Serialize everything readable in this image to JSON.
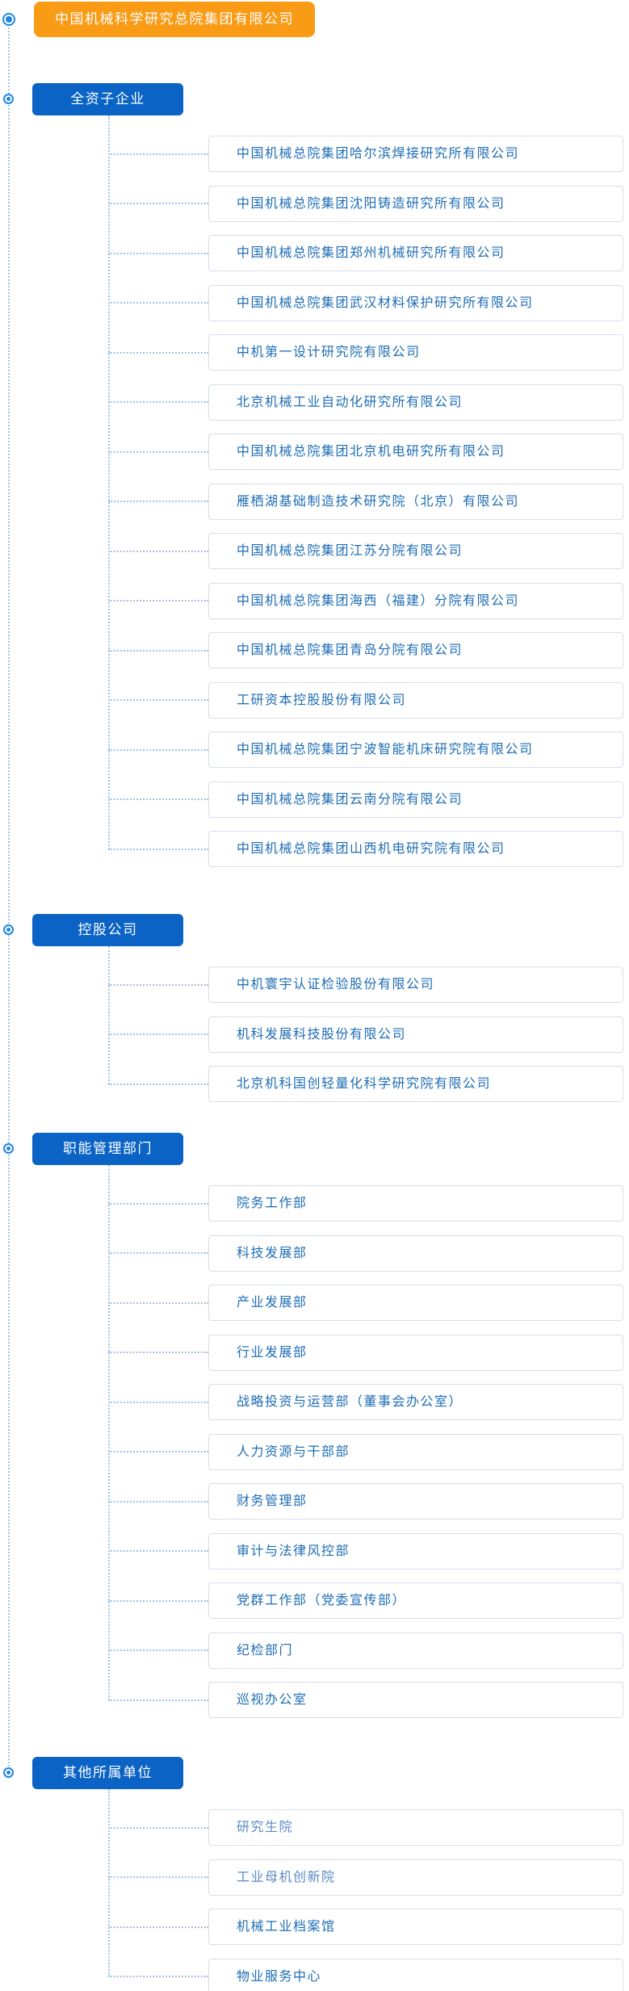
{
  "root": {
    "label": "中国机械科学研究总院集团有限公司"
  },
  "colors": {
    "root_bg": "#FA9B16",
    "section_bg": "#0A63C5",
    "item_text": "#1E6DB5",
    "item_text_muted": "#5A89C7",
    "item_border": "#D7DDE8",
    "connector": "#9EC4EA",
    "bullet": "#1F86E4"
  },
  "icons": {
    "node_marker": "target-circle-icon"
  },
  "sections": [
    {
      "label": "全资子企业",
      "items": [
        {
          "label": "中国机械总院集团哈尔滨焊接研究所有限公司",
          "muted": false
        },
        {
          "label": "中国机械总院集团沈阳铸造研究所有限公司",
          "muted": false
        },
        {
          "label": "中国机械总院集团郑州机械研究所有限公司",
          "muted": false
        },
        {
          "label": "中国机械总院集团武汉材料保护研究所有限公司",
          "muted": false
        },
        {
          "label": "中机第一设计研究院有限公司",
          "muted": false
        },
        {
          "label": "北京机械工业自动化研究所有限公司",
          "muted": false
        },
        {
          "label": "中国机械总院集团北京机电研究所有限公司",
          "muted": false
        },
        {
          "label": "雁栖湖基础制造技术研究院（北京）有限公司",
          "muted": false
        },
        {
          "label": "中国机械总院集团江苏分院有限公司",
          "muted": false
        },
        {
          "label": "中国机械总院集团海西（福建）分院有限公司",
          "muted": false
        },
        {
          "label": "中国机械总院集团青岛分院有限公司",
          "muted": false
        },
        {
          "label": "工研资本控股股份有限公司",
          "muted": false
        },
        {
          "label": "中国机械总院集团宁波智能机床研究院有限公司",
          "muted": false
        },
        {
          "label": "中国机械总院集团云南分院有限公司",
          "muted": false
        },
        {
          "label": "中国机械总院集团山西机电研究院有限公司",
          "muted": false
        }
      ]
    },
    {
      "label": "控股公司",
      "items": [
        {
          "label": "中机寰宇认证检验股份有限公司",
          "muted": false
        },
        {
          "label": "机科发展科技股份有限公司",
          "muted": false
        },
        {
          "label": "北京机科国创轻量化科学研究院有限公司",
          "muted": false
        }
      ]
    },
    {
      "label": "职能管理部门",
      "items": [
        {
          "label": "院务工作部",
          "muted": false
        },
        {
          "label": "科技发展部",
          "muted": false
        },
        {
          "label": "产业发展部",
          "muted": false
        },
        {
          "label": "行业发展部",
          "muted": false
        },
        {
          "label": "战略投资与运营部（董事会办公室）",
          "muted": false
        },
        {
          "label": "人力资源与干部部",
          "muted": false
        },
        {
          "label": "财务管理部",
          "muted": false
        },
        {
          "label": "审计与法律风控部",
          "muted": false
        },
        {
          "label": "党群工作部（党委宣传部）",
          "muted": false
        },
        {
          "label": "纪检部门",
          "muted": false
        },
        {
          "label": "巡视办公室",
          "muted": false
        }
      ]
    },
    {
      "label": "其他所属单位",
      "items": [
        {
          "label": "研究生院",
          "muted": true
        },
        {
          "label": "工业母机创新院",
          "muted": true
        },
        {
          "label": "机械工业档案馆",
          "muted": false
        },
        {
          "label": "物业服务中心",
          "muted": false
        }
      ]
    }
  ]
}
